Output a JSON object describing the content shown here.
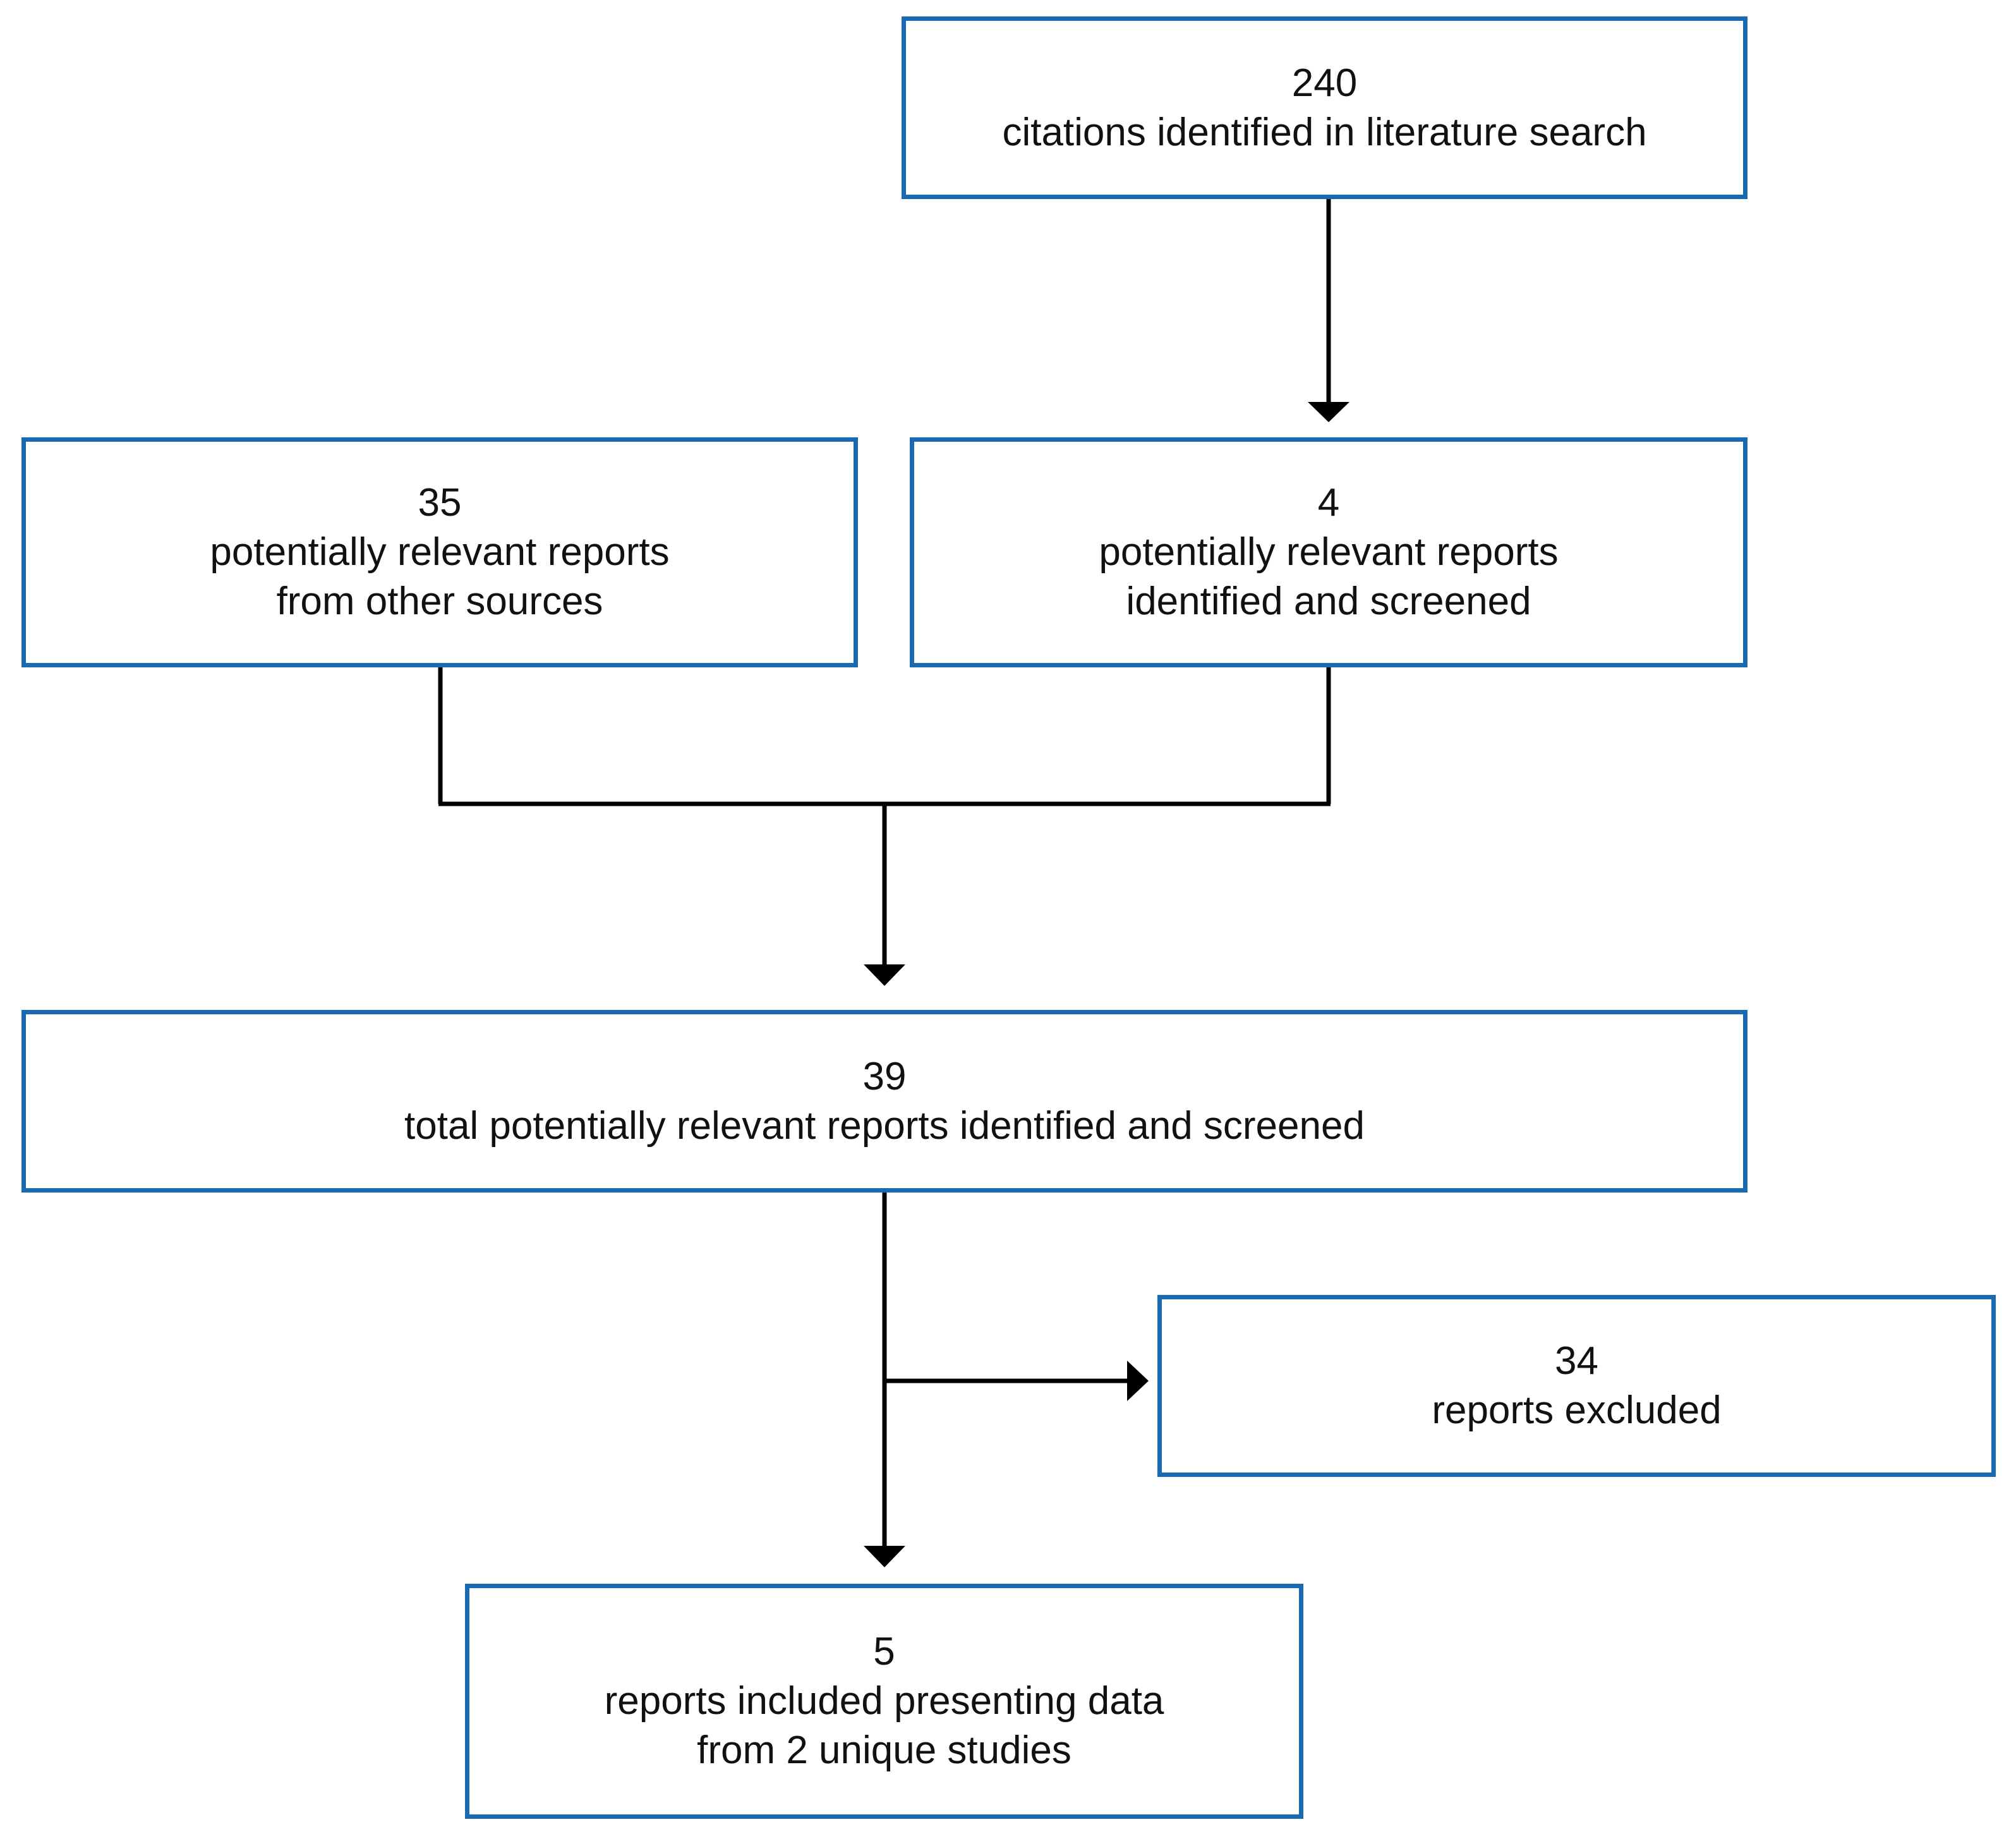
{
  "boxes": {
    "citations": {
      "count": "240",
      "lines": [
        "citations identified in literature search"
      ]
    },
    "other_sources": {
      "count": "35",
      "lines": [
        "potentially relevant reports",
        "from other sources"
      ]
    },
    "screened": {
      "count": "4",
      "lines": [
        "potentially relevant reports",
        "identified and screened"
      ]
    },
    "total": {
      "count": "39",
      "lines": [
        "total potentially relevant reports identified and screened"
      ]
    },
    "excluded": {
      "count": "34",
      "lines": [
        "reports excluded"
      ]
    },
    "included": {
      "count": "5",
      "lines": [
        "reports included presenting data",
        "from 2 unique studies"
      ]
    }
  },
  "colors": {
    "box_border": "#1a69b3",
    "connector": "#000000",
    "text": "#111111"
  }
}
